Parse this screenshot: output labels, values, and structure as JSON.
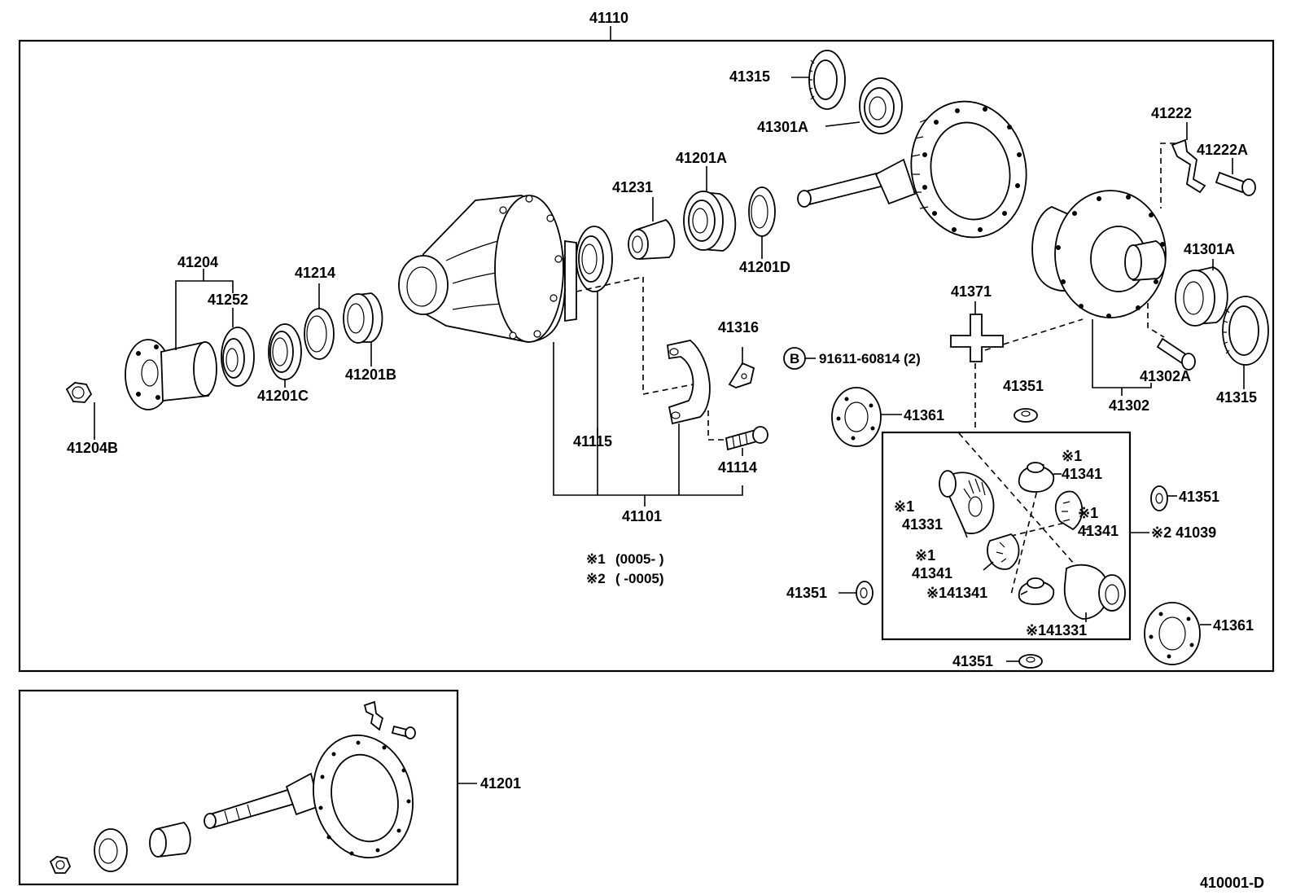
{
  "labels": {
    "assembly_main": "41110",
    "flange": "41204",
    "flange_nut": "41204B",
    "flange_washer": "41252",
    "front_bearing": "41201C",
    "oil_slinger": "41214",
    "rear_bearing_b": "41201B",
    "spacer": "41231",
    "pinion_bearing_a": "41201A",
    "pinion_washer_d": "41201D",
    "carrier_side_bearing_top": "41315",
    "carrier_bearing_top": "41301A",
    "adjusting_lock": "41222",
    "lock_bolt": "41222A",
    "carrier_bearing_right": "41301A",
    "case_bolt": "41302A",
    "case_assy": "41302",
    "side_bearing_right": "41315",
    "cross_shaft": "41371",
    "cap_plate": "41316",
    "cap_bolt": "41114",
    "oil_seal": "41115",
    "carrier_group": "41101",
    "pin_callout_letter": "B",
    "pin_callout": "91611-60814 (2)",
    "thrust_washer_top": "41351",
    "thrust_washer_right": "41351",
    "thrust_washer_left": "41351",
    "thrust_washer_bottom": "41351",
    "side_washer_left": "41361",
    "side_washer_right": "41361",
    "diff_kit": "※2 41039",
    "pinion_top_mark": "※1",
    "pinion_top": "41341",
    "side_gear_left_mark": "※1",
    "side_gear_left": "41331",
    "pinion_right_mark": "※1",
    "pinion_right": "41341",
    "pinion_left_mark": "※1",
    "pinion_left": "41341",
    "pinion_bottom": "※141341",
    "side_gear_right": "※141331",
    "ring_gear_set": "41201",
    "diagram_code": "410001-D"
  },
  "notes": {
    "note1_mark": "※1",
    "note1_range": "(0005-        )",
    "note2_mark": "※2",
    "note2_range": "(        -0005)"
  }
}
